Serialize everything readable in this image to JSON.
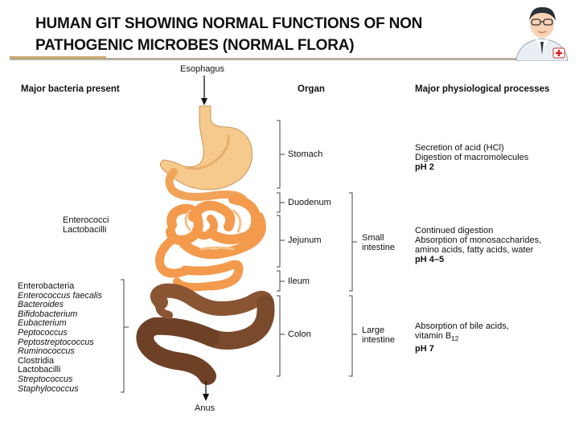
{
  "title": "HUMAN GIT SHOWING NORMAL FUNCTIONS OF NON PATHOGENIC MICROBES (NORMAL FLORA)",
  "headers": {
    "bacteria": "Major bacteria present",
    "organ": "Organ",
    "processes": "Major physiological processes"
  },
  "labels": {
    "esophagus": "Esophagus",
    "anus": "Anus"
  },
  "organs": {
    "stomach": "Stomach",
    "duodenum": "Duodenum",
    "jejunum": "Jejunum",
    "ileum": "Ileum",
    "colon": "Colon"
  },
  "sections": {
    "small_intestine": [
      "Small",
      "intestine"
    ],
    "large_intestine": [
      "Large",
      "intestine"
    ]
  },
  "bacteria_upper": [
    "Enterococci",
    "Lactobacilli"
  ],
  "bacteria_lower": [
    {
      "name": "Enterobacteria",
      "italic": false
    },
    {
      "name": "Enterococcus faecalis",
      "italic": true
    },
    {
      "name": "Bacteroides",
      "italic": true
    },
    {
      "name": "Bifidobacterium",
      "italic": true
    },
    {
      "name": "Eubacterium",
      "italic": true
    },
    {
      "name": "Peptococcus",
      "italic": true
    },
    {
      "name": "Peptostreptococcus",
      "italic": true
    },
    {
      "name": "Ruminococcus",
      "italic": true
    },
    {
      "name": "Clostridia",
      "italic": false
    },
    {
      "name": "Lactobacilli",
      "italic": false
    },
    {
      "name": "Streptococcus",
      "italic": true
    },
    {
      "name": "Staphylococcus",
      "italic": true
    }
  ],
  "processes": {
    "stomach": [
      "Secretion of acid (HCl)",
      "Digestion of macromolecules"
    ],
    "stomach_ph": "pH 2",
    "small": [
      "Continued digestion",
      "Absorption of monosaccharides,",
      "amino acids, fatty acids, water"
    ],
    "small_ph": "pH 4–5",
    "large_line1": "Absorption of bile acids,",
    "large_line2": "vitamin B",
    "large_sub": "12",
    "large_ph": "pH 7"
  },
  "colors": {
    "stomach": "#f6c98c",
    "small_intestine": "#f39a4c",
    "colon": "#7a4a2c",
    "bracket": "#444444",
    "rule": "#b8b0a4"
  },
  "icons": [
    "doctor-avatar-icon"
  ]
}
